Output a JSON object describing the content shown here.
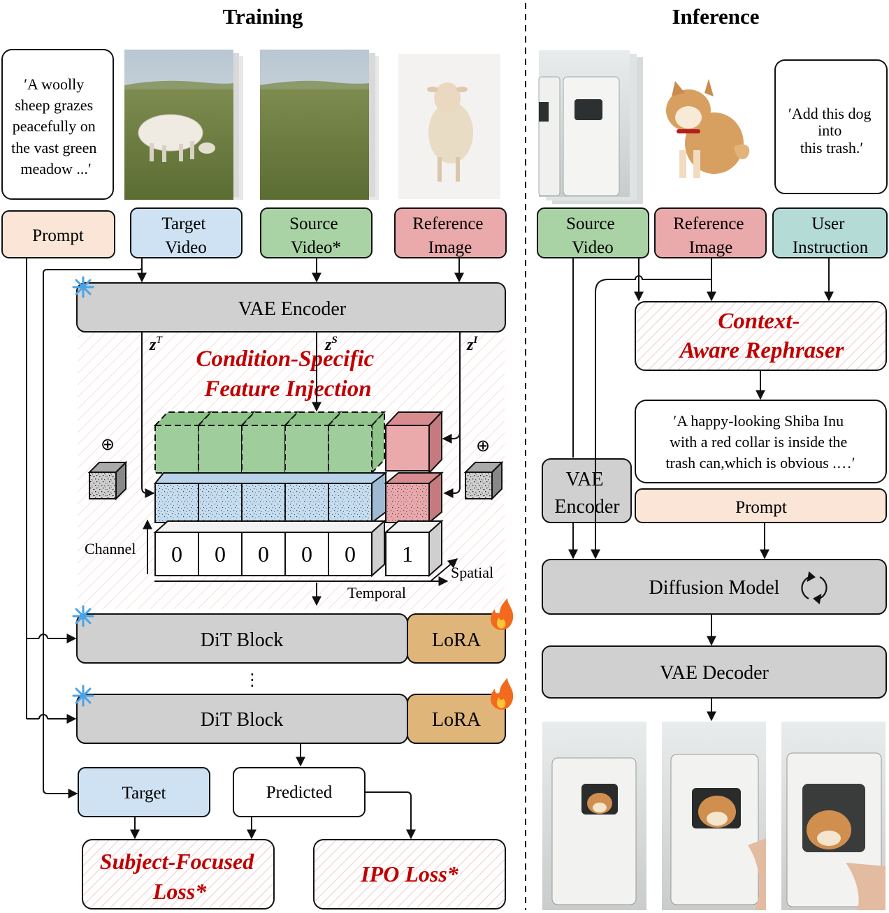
{
  "sections": {
    "training": "Training",
    "inference": "Inference"
  },
  "training": {
    "prompt_text": "′A woolly sheep grazes peacefully on the vast green meadow ...′",
    "prompt_lines": [
      "′A woolly",
      "sheep grazes",
      "peacefully on",
      "the vast green",
      "meadow ...′"
    ],
    "inputs": {
      "prompt": "Prompt",
      "target_video": [
        "Target",
        "Video"
      ],
      "source_video": [
        "Source",
        "Video*"
      ],
      "reference_image": [
        "Reference",
        "Image"
      ]
    },
    "vae_encoder": "VAE Encoder",
    "latents": {
      "target": "z",
      "target_sup": "T",
      "source": "z",
      "source_sup": "S",
      "image": "z",
      "image_sup": "I"
    },
    "injection_title": [
      "Condition-Specific",
      "Feature Injection"
    ],
    "mask_values": [
      "0",
      "0",
      "0",
      "0",
      "0",
      "1"
    ],
    "axes": {
      "channel": "Channel",
      "temporal": "Temporal",
      "spatial": "Spatial"
    },
    "plus_symbol": "⊕",
    "dit_block": "DiT Block",
    "lora": "LoRA",
    "ellipsis": "⋮",
    "target": "Target",
    "predicted": "Predicted",
    "subject_loss": [
      "Subject-Focused",
      "Loss*"
    ],
    "ipo_loss": "IPO Loss*"
  },
  "inference": {
    "instruction_lines": [
      "′Add this dog",
      "into",
      "this trash.′"
    ],
    "inputs": {
      "source_video": [
        "Source",
        "Video"
      ],
      "reference_image": [
        "Reference",
        "Image"
      ],
      "user_instruction": [
        "User",
        "Instruction"
      ]
    },
    "rephraser": [
      "Context-",
      "Aware Rephraser"
    ],
    "rephrased_lines": [
      "′A happy-looking Shiba Inu",
      "with a red collar is inside the",
      "trash can,which is obvious .…′"
    ],
    "vae_encoder": [
      "VAE",
      "Encoder"
    ],
    "prompt": "Prompt",
    "diffusion_model": "Diffusion Model",
    "vae_decoder": "VAE Decoder"
  },
  "colors": {
    "prompt": "#fbe5d6",
    "target": "#cfe2f3",
    "source": "#a9d3a5",
    "reference": "#eaa9ab",
    "instruction": "#b5dbd6",
    "block": "#d0d0d0",
    "lora": "#e0b57a",
    "accent_red": "#c00000",
    "stripe": "#f1c7c7"
  }
}
